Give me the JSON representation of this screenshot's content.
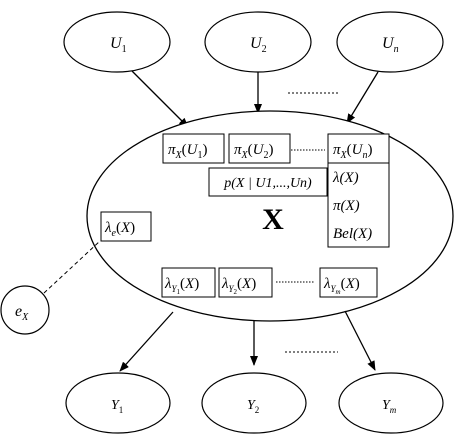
{
  "parents": [
    {
      "base": "U",
      "sub": "1"
    },
    {
      "base": "U",
      "sub": "2"
    },
    {
      "base": "U",
      "sub": "n"
    }
  ],
  "children": [
    {
      "base": "Y",
      "sub": "1"
    },
    {
      "base": "Y",
      "sub": "2"
    },
    {
      "base": "Y",
      "sub": "m"
    }
  ],
  "evidence": {
    "base": "e",
    "sub": "X"
  },
  "center_node": "X",
  "pi_messages": [
    {
      "base": "π",
      "sub": "X",
      "arg": "U",
      "arg_sub": "1"
    },
    {
      "base": "π",
      "sub": "X",
      "arg": "U",
      "arg_sub": "2"
    },
    {
      "base": "π",
      "sub": "X",
      "arg": "U",
      "arg_sub": "n"
    }
  ],
  "cpt_label": "p(X | U1,...,Un)",
  "stack_labels": [
    "λ(X)",
    "π(X)",
    "Bel(X)"
  ],
  "lambda_evidence": {
    "base": "λ",
    "sub": "e",
    "arg": "X"
  },
  "lambda_messages": [
    {
      "base": "λ",
      "sub": "Y",
      "sub_sub": "1",
      "arg": "X"
    },
    {
      "base": "λ",
      "sub": "Y",
      "sub_sub": "2",
      "arg": "X"
    },
    {
      "base": "λ",
      "sub": "Y",
      "sub_sub": "m",
      "arg": "X"
    }
  ]
}
